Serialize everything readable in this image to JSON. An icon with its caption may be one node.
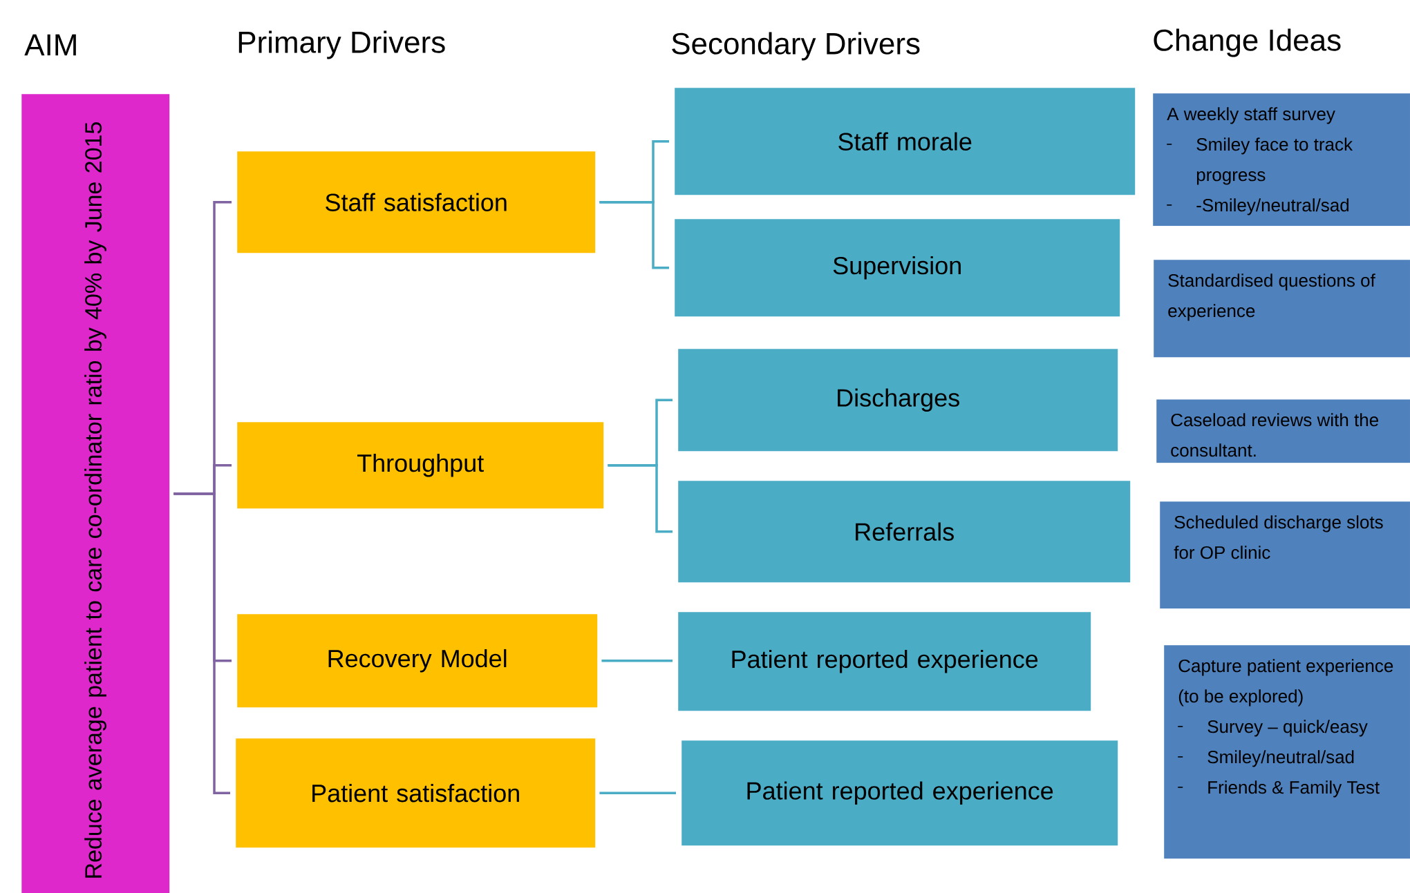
{
  "diagram": {
    "nodes": [
      {
        "text": [
          "Reduce average patient  to care co-ordinator ratio by 40% by June 2015"
        ]
      },
      {
        "text": [
          "Staff satisfaction"
        ]
      },
      {
        "text": [
          "Throughput"
        ]
      },
      {
        "text": [
          "Recovery Model"
        ]
      },
      {
        "text": [
          "Patient satisfaction"
        ]
      },
      {
        "text": [
          "Staff morale"
        ]
      },
      {
        "text": [
          "Supervision"
        ]
      },
      {
        "text": [
          "Discharges"
        ]
      },
      {
        "text": [
          "Referrals"
        ]
      },
      {
        "text": [
          "Patient reported  experience"
        ]
      },
      {
        "text": [
          "Patient reported experience"
        ]
      },
      {
        "text": [
          "A weekly staff survey",
          "Smiley face to track progress",
          "-Smiley/neutral/sad"
        ]
      },
      {
        "text": [
          "Standardised questions of experience"
        ]
      },
      {
        "text": [
          "Caseload reviews with the consultant."
        ]
      },
      {
        "text": [
          "Scheduled discharge slots for OP clinic"
        ]
      },
      {
        "text": [
          "Capture patient experience (to be explored)",
          "Survey – quick/easy",
          "Smiley/neutral/sad",
          "Friends & Family Test"
        ]
      }
    ],
    "edges": [
      {
        "from": 0,
        "to": 1,
        "arrow": "none",
        "color": "#8064a2"
      },
      {
        "from": 0,
        "to": 2,
        "arrow": "none",
        "color": "#8064a2"
      },
      {
        "from": 0,
        "to": 3,
        "arrow": "none",
        "color": "#8064a2"
      },
      {
        "from": 0,
        "to": 4,
        "arrow": "none",
        "color": "#8064a2"
      },
      {
        "from": 1,
        "to": 5,
        "arrow": "none"
      },
      {
        "from": 1,
        "to": 6,
        "arrow": "none"
      },
      {
        "from": 2,
        "to": 7,
        "arrow": "none"
      },
      {
        "from": 2,
        "to": 8,
        "arrow": "none"
      },
      {
        "from": 3,
        "to": 9,
        "arrow": "none"
      },
      {
        "from": 4,
        "to": 10,
        "arrow": "none"
      }
    ],
    "labels": [
      "AIM",
      "Primary Drivers",
      "Secondary Drivers",
      "Change Ideas"
    ]
  }
}
